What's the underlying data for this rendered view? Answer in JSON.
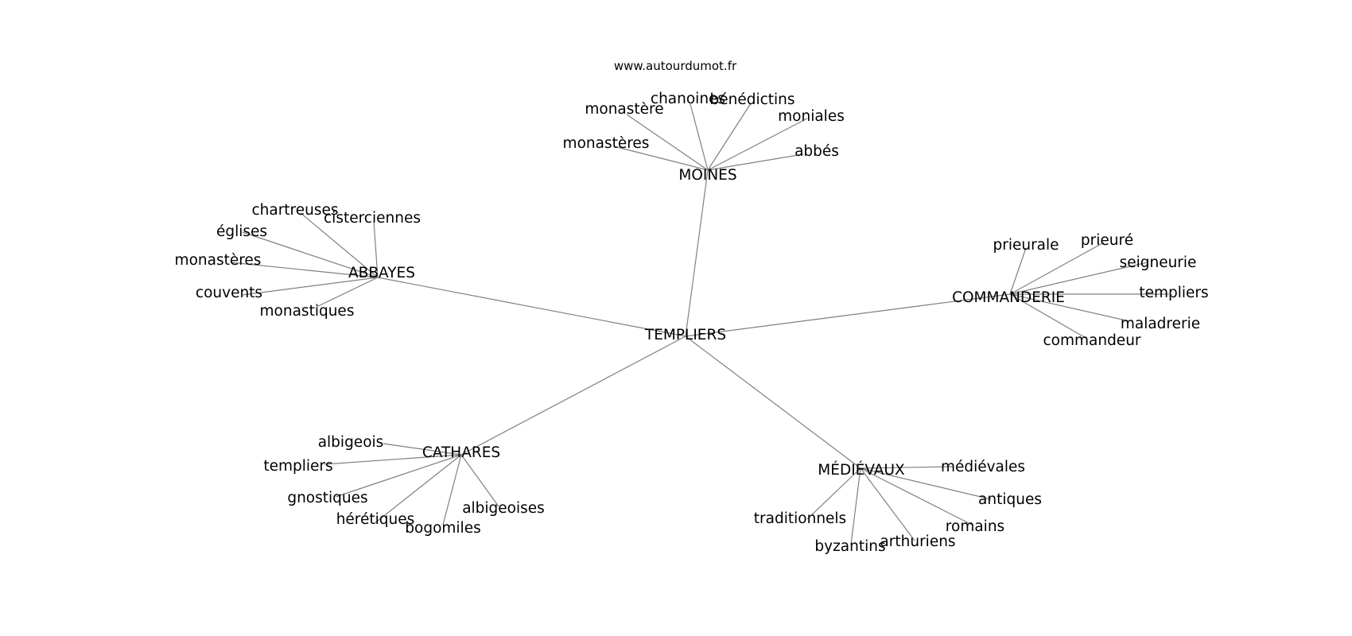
{
  "site_url": "www.autourdumot.fr",
  "center": {
    "id": "templiers_center",
    "label": "TEMPLIERS"
  },
  "hubs": [
    {
      "id": "moines",
      "label": "MOINES",
      "leaves": [
        {
          "id": "m_monastere",
          "label": "monastère"
        },
        {
          "id": "m_chanoines",
          "label": "chanoines"
        },
        {
          "id": "m_benedictins",
          "label": "bénédictins"
        },
        {
          "id": "m_moniales",
          "label": "moniales"
        },
        {
          "id": "m_monasteres",
          "label": "monastères"
        },
        {
          "id": "m_abbes",
          "label": "abbés"
        }
      ]
    },
    {
      "id": "abbayes",
      "label": "ABBAYES",
      "leaves": [
        {
          "id": "a_chartreuses",
          "label": "chartreuses"
        },
        {
          "id": "a_cisterciennes",
          "label": "cisterciennes"
        },
        {
          "id": "a_eglises",
          "label": "églises"
        },
        {
          "id": "a_monasteres",
          "label": "monastères"
        },
        {
          "id": "a_couvents",
          "label": "couvents"
        },
        {
          "id": "a_monastiques",
          "label": "monastiques"
        }
      ]
    },
    {
      "id": "commanderie",
      "label": "COMMANDERIE",
      "leaves": [
        {
          "id": "c_prieurale",
          "label": "prieurale"
        },
        {
          "id": "c_prieure",
          "label": "prieuré"
        },
        {
          "id": "c_seigneurie",
          "label": "seigneurie"
        },
        {
          "id": "c_templiers",
          "label": "templiers"
        },
        {
          "id": "c_maladrerie",
          "label": "maladrerie"
        },
        {
          "id": "c_commandeur",
          "label": "commandeur"
        }
      ]
    },
    {
      "id": "cathares",
      "label": "CATHARES",
      "leaves": [
        {
          "id": "ca_albigeois",
          "label": "albigeois"
        },
        {
          "id": "ca_templiers",
          "label": "templiers"
        },
        {
          "id": "ca_gnostiques",
          "label": "gnostiques"
        },
        {
          "id": "ca_heretiques",
          "label": "hérétiques"
        },
        {
          "id": "ca_bogomiles",
          "label": "bogomiles"
        },
        {
          "id": "ca_albigeoises",
          "label": "albigeoises"
        }
      ]
    },
    {
      "id": "medievaux",
      "label": "MÉDIÉVAUX",
      "leaves": [
        {
          "id": "me_medievales",
          "label": "médiévales"
        },
        {
          "id": "me_antiques",
          "label": "antiques"
        },
        {
          "id": "me_romains",
          "label": "romains"
        },
        {
          "id": "me_arthuriens",
          "label": "arthuriens"
        },
        {
          "id": "me_byzantins",
          "label": "byzantins"
        },
        {
          "id": "me_traditionnels",
          "label": "traditionnels"
        }
      ]
    }
  ]
}
